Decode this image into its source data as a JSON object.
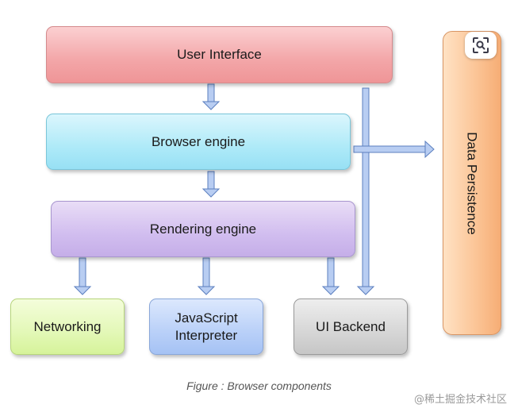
{
  "diagram": {
    "boxes": {
      "user_interface": "User  Interface",
      "browser_engine": "Browser engine",
      "rendering_engine": "Rendering engine",
      "networking": "Networking",
      "javascript_interpreter": "JavaScript\nInterpreter",
      "ui_backend": "UI Backend",
      "data_persistence": "Data Persistence"
    },
    "colors": {
      "user_interface": "#f3a6a8",
      "browser_engine": "#aeeaf8",
      "rendering_engine": "#d1bdef",
      "networking": "#e3f8b7",
      "javascript_interpreter": "#b9d0f8",
      "ui_backend": "#d6d6d6",
      "data_persistence": "#fbc394",
      "arrow_fill": "#b8cdf2",
      "arrow_stroke": "#5b7fbf"
    }
  },
  "caption": "Figure : Browser components",
  "watermark": "@稀土掘金技术社区",
  "overlay": {
    "lens_icon": "visual-search-icon"
  }
}
